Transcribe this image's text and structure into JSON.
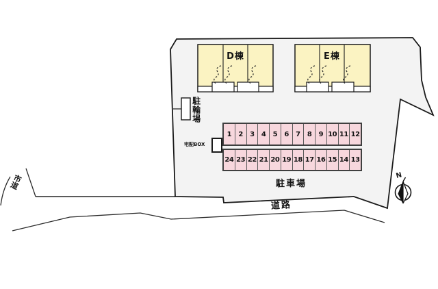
{
  "plan_title": "site-plan",
  "colors": {
    "site_fill": "#f3f3f3",
    "building_fill": "#fbf3c2",
    "parking_fill": "#f7d7dd",
    "outline": "#1a1a1a"
  },
  "buildings": [
    {
      "label": "D棟"
    },
    {
      "label": "E棟"
    }
  ],
  "facilities": {
    "bicycle_parking_label": "駐輪場",
    "delivery_box_label": "宅配BOX"
  },
  "parking": {
    "area_label": "駐車場",
    "rows": [
      {
        "name": "parking-row-top",
        "spaces": [
          "1",
          "2",
          "3",
          "4",
          "5",
          "6",
          "7",
          "8",
          "9",
          "10",
          "11",
          "12"
        ]
      },
      {
        "name": "parking-row-bottom",
        "spaces": [
          "24",
          "23",
          "22",
          "21",
          "20",
          "19",
          "18",
          "17",
          "16",
          "15",
          "14",
          "13"
        ]
      }
    ]
  },
  "roads": {
    "road_label": "道路",
    "city_road_label": "市道"
  },
  "compass": {
    "north_label": "N"
  }
}
